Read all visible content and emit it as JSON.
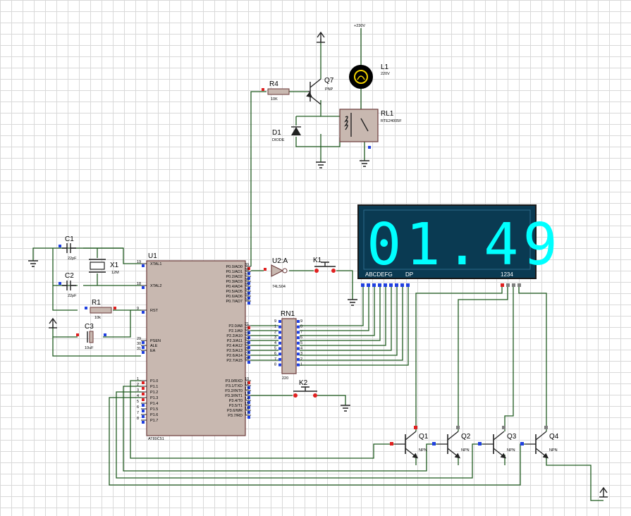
{
  "colors": {
    "wire": "#1f5a1f",
    "component_body": "#c8b8b0",
    "display_bg": "#0a3a52",
    "segment_on": "#00ffff",
    "pin_high": "#e02020",
    "pin_low": "#2040e0",
    "pin_float": "#808080"
  },
  "supply": {
    "label": "+230V"
  },
  "lamp": {
    "ref": "L1",
    "value": "220V"
  },
  "relay": {
    "ref": "RL1",
    "part": "RTE24005F"
  },
  "q7": {
    "ref": "Q7",
    "type": "PNP"
  },
  "r4": {
    "ref": "R4",
    "value": "10K"
  },
  "d1": {
    "ref": "D1",
    "part": "DIODE"
  },
  "c1": {
    "ref": "C1",
    "value": "22pF"
  },
  "c2": {
    "ref": "C2",
    "value": "22pF"
  },
  "c3": {
    "ref": "C3",
    "value": "10uF"
  },
  "x1": {
    "ref": "X1",
    "value": "12M"
  },
  "r1": {
    "ref": "R1",
    "value": "10k"
  },
  "mcu": {
    "ref": "U1",
    "part": "AT89C51",
    "left_pins": [
      {
        "num": "19",
        "name": "XTAL1"
      },
      {
        "num": "18",
        "name": "XTAL2"
      },
      {
        "num": "9",
        "name": "RST"
      },
      {
        "num": "29",
        "name": "PSEN"
      },
      {
        "num": "30",
        "name": "ALE"
      },
      {
        "num": "31",
        "name": "EA"
      },
      {
        "num": "1",
        "name": "P1.0"
      },
      {
        "num": "2",
        "name": "P1.1"
      },
      {
        "num": "3",
        "name": "P1.2"
      },
      {
        "num": "4",
        "name": "P1.3"
      },
      {
        "num": "5",
        "name": "P1.4"
      },
      {
        "num": "6",
        "name": "P1.5"
      },
      {
        "num": "7",
        "name": "P1.6"
      },
      {
        "num": "8",
        "name": "P1.7"
      }
    ],
    "p0_pins": [
      {
        "num": "39",
        "name": "P0.0/AD0"
      },
      {
        "num": "38",
        "name": "P0.1/AD1"
      },
      {
        "num": "37",
        "name": "P0.2/AD2"
      },
      {
        "num": "36",
        "name": "P0.3/AD3"
      },
      {
        "num": "35",
        "name": "P0.4/AD4"
      },
      {
        "num": "34",
        "name": "P0.5/AD5"
      },
      {
        "num": "33",
        "name": "P0.6/AD6"
      },
      {
        "num": "32",
        "name": "P0.7/AD7"
      }
    ],
    "p2_pins": [
      {
        "num": "21",
        "name": "P2.0/A8"
      },
      {
        "num": "22",
        "name": "P2.1/A9"
      },
      {
        "num": "23",
        "name": "P2.2/A10"
      },
      {
        "num": "24",
        "name": "P2.3/A11"
      },
      {
        "num": "25",
        "name": "P2.4/A12"
      },
      {
        "num": "26",
        "name": "P2.5/A13"
      },
      {
        "num": "27",
        "name": "P2.6/A14"
      },
      {
        "num": "28",
        "name": "P2.7/A15"
      }
    ],
    "p3_pins": [
      {
        "num": "10",
        "name": "P3.0/RXD"
      },
      {
        "num": "11",
        "name": "P3.1/TXD"
      },
      {
        "num": "12",
        "name": "P3.2/INT0"
      },
      {
        "num": "13",
        "name": "P3.3/INT1"
      },
      {
        "num": "14",
        "name": "P3.4/T0"
      },
      {
        "num": "15",
        "name": "P3.5/T1"
      },
      {
        "num": "16",
        "name": "P3.6/WR"
      },
      {
        "num": "17",
        "name": "P3.7/RD"
      }
    ]
  },
  "u2": {
    "ref": "U2:A",
    "part": "74LS04"
  },
  "k1": {
    "ref": "K1"
  },
  "k2": {
    "ref": "K2"
  },
  "rn1": {
    "ref": "RN1",
    "value": "220",
    "left_pins": [
      "9",
      "1",
      "2",
      "3",
      "4",
      "5",
      "6",
      "7",
      "8"
    ],
    "right_pins": [
      "9",
      "8",
      "7",
      "6",
      "5",
      "4",
      "3",
      "2",
      "1"
    ]
  },
  "display": {
    "digits": "01.49",
    "seg_label": "ABCDEFG",
    "dp_label": "DP",
    "com_label": "1234"
  },
  "transistors": [
    {
      "ref": "Q1",
      "type": "NPN"
    },
    {
      "ref": "Q2",
      "type": "NPN"
    },
    {
      "ref": "Q3",
      "type": "NPN"
    },
    {
      "ref": "Q4",
      "type": "NPN"
    }
  ]
}
